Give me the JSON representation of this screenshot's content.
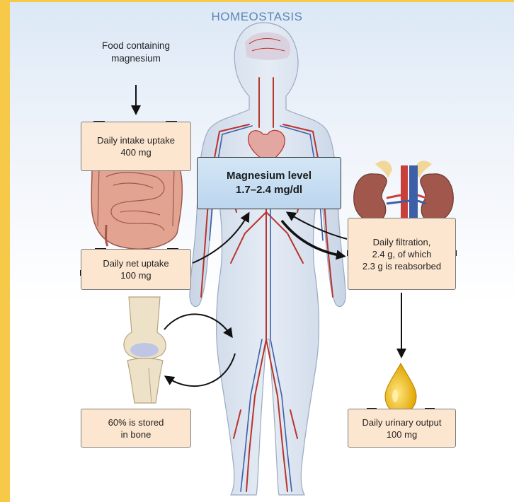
{
  "title": "HOMEOSTASIS",
  "food": "Food containing magnesium",
  "intake": {
    "line1": "Daily intake uptake",
    "line2": "400 mg"
  },
  "net_uptake": {
    "line1": "Daily net uptake",
    "line2": "100 mg"
  },
  "magnesium_level": {
    "line1": "Magnesium level",
    "line2": "1.7–2.4 mg/dl"
  },
  "filtration": {
    "line1": "Daily filtration,",
    "line2": "2.4 g, of which",
    "line3": "2.3 g is reabsorbed"
  },
  "bone": {
    "line1": "60% is stored",
    "line2": "in bone"
  },
  "urinary": {
    "line1": "Daily urinary output",
    "line2": "100 mg"
  },
  "colors": {
    "border": "#f7c948",
    "title": "#5b84b6",
    "box_fill": "#fde6cf",
    "level_box": "#c8ddf2",
    "artery": "#b8342c",
    "vein": "#3d5fa8"
  },
  "icons": [
    "human-body-figure",
    "intestine-icon",
    "kidney-icon",
    "knee-bone-icon",
    "urine-drop-icon"
  ]
}
